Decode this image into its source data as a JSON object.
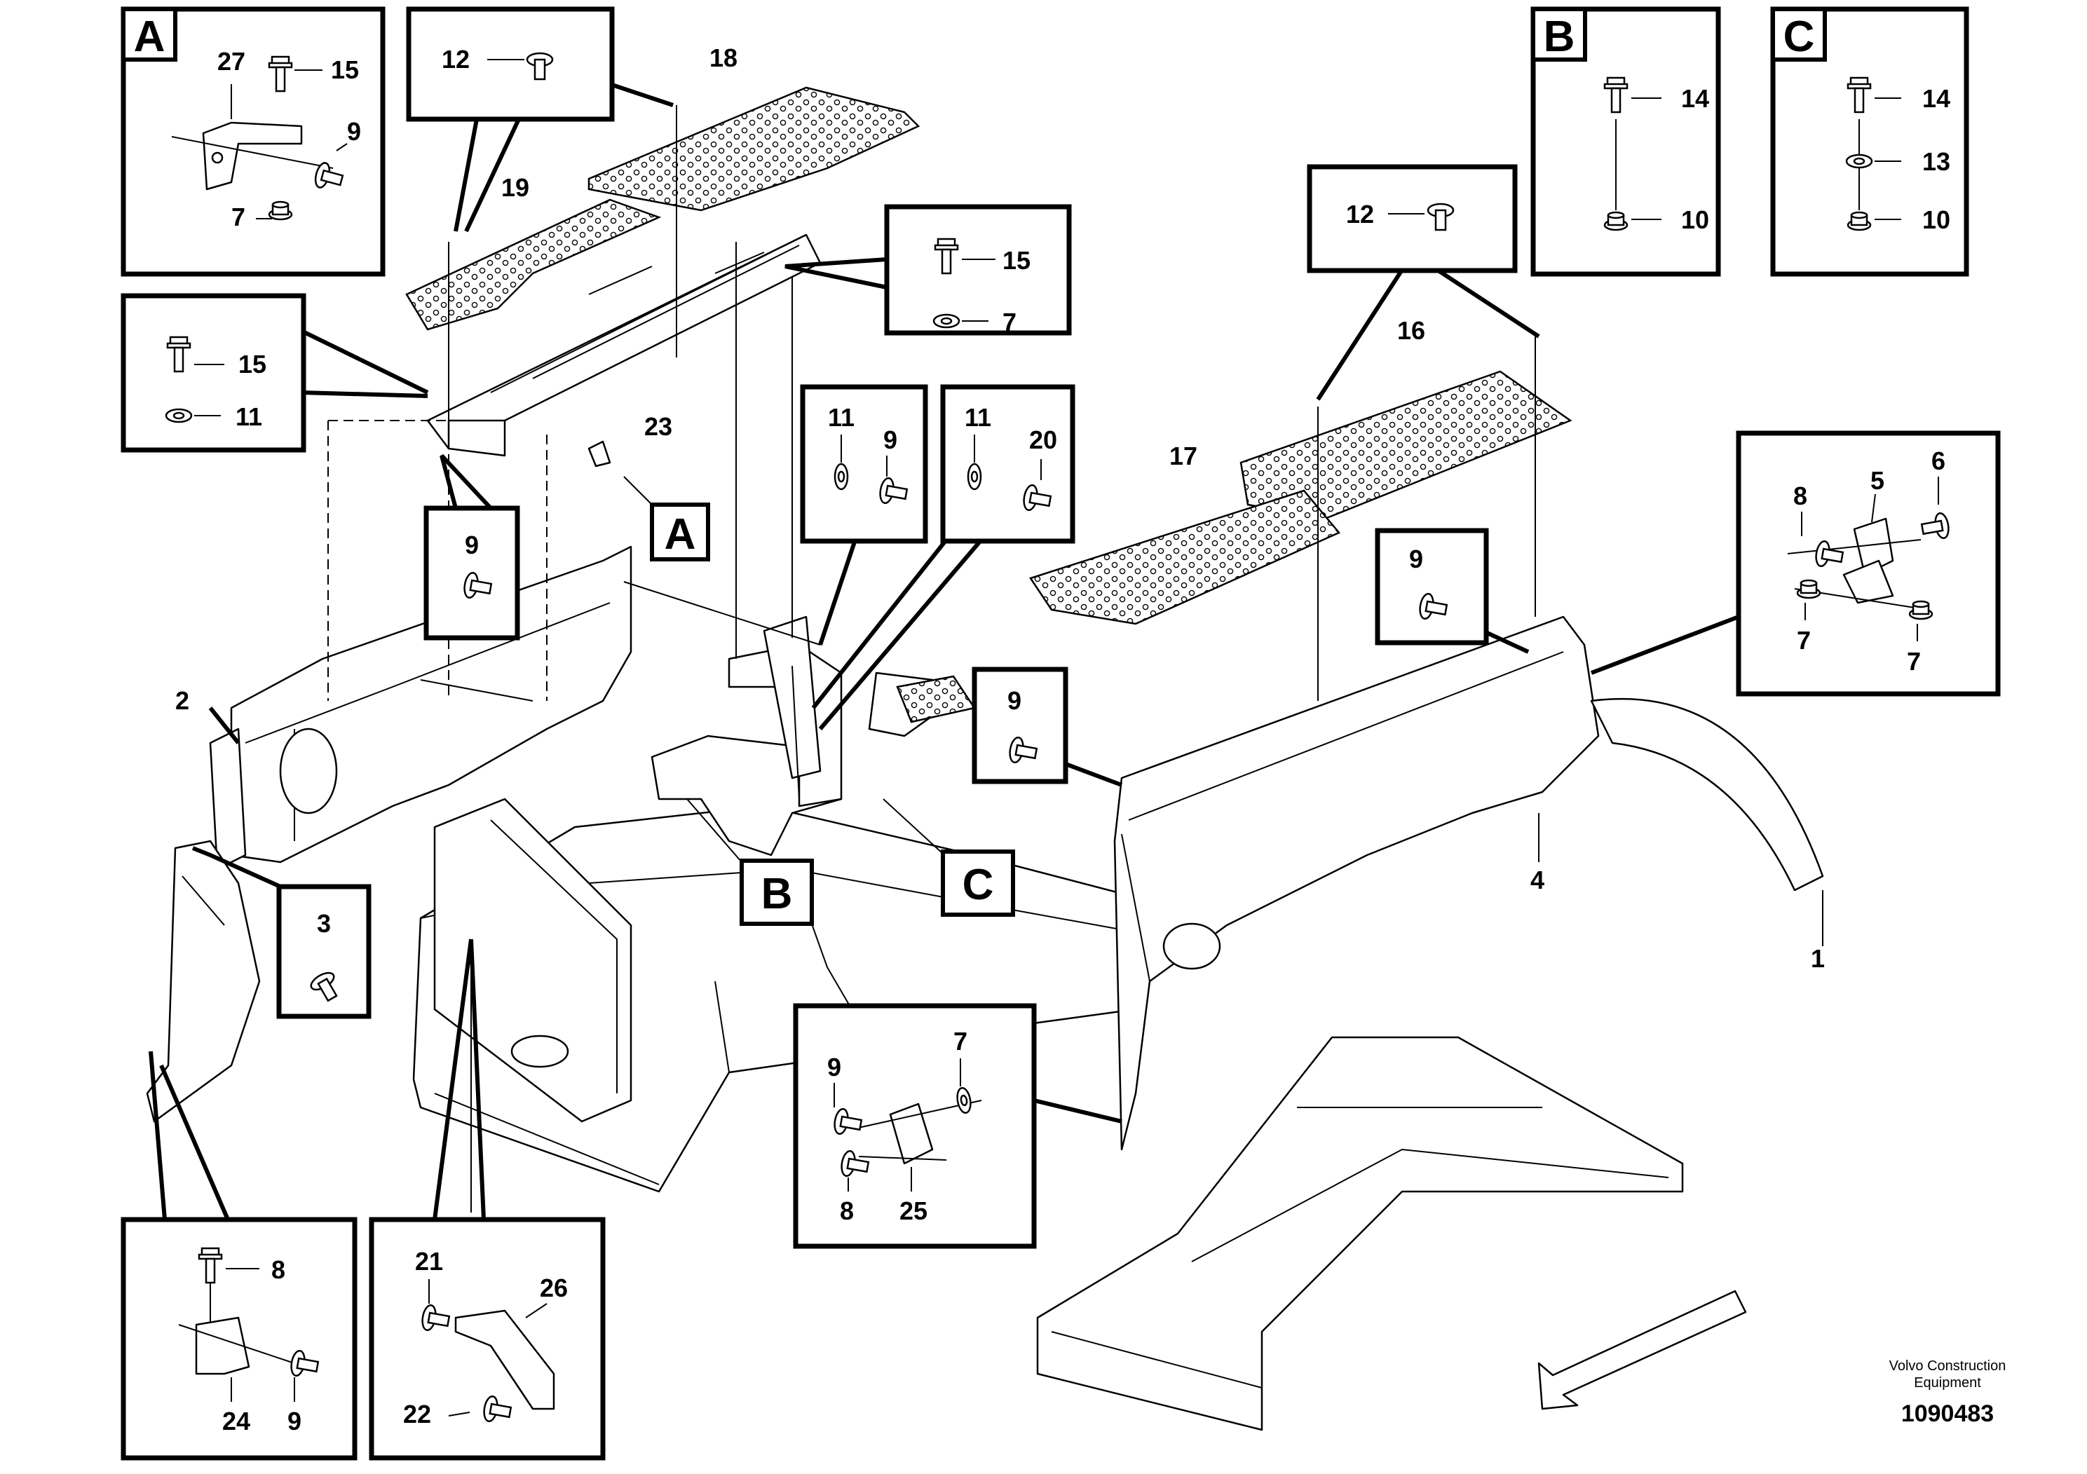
{
  "detail_tags": [
    "A",
    "B",
    "C"
  ],
  "labels": {
    "detail_a": [
      "27",
      "15",
      "9",
      "7"
    ],
    "detail_b": [
      "14",
      "10"
    ],
    "detail_c": [
      "14",
      "13",
      "10"
    ],
    "callout_12_top": "12",
    "callout_12_right": "12",
    "plate_18": "18",
    "plate_19": "19",
    "plate_16": "16",
    "plate_17": "17",
    "frame_23": "23",
    "box_15_7": [
      "15",
      "7"
    ],
    "box_15_11": [
      "15",
      "11"
    ],
    "box_9_left": "9",
    "box_11_9": [
      "11",
      "9"
    ],
    "box_11_20": [
      "11",
      "20"
    ],
    "box_9_right": "9",
    "box_8_5_6_7": [
      "8",
      "5",
      "6",
      "7",
      "7"
    ],
    "box_9_mid": "9",
    "box_3": "3",
    "part_2": "2",
    "part_4": "4",
    "part_1": "1",
    "box_9_7_8_25": [
      "9",
      "7",
      "8",
      "25"
    ],
    "box_8_24_9": [
      "8",
      "24",
      "9"
    ],
    "box_21_26_22": [
      "21",
      "26",
      "22"
    ]
  },
  "footer": {
    "maker_line1": "Volvo Construction",
    "maker_line2": "Equipment",
    "doc_number": "1090483"
  }
}
